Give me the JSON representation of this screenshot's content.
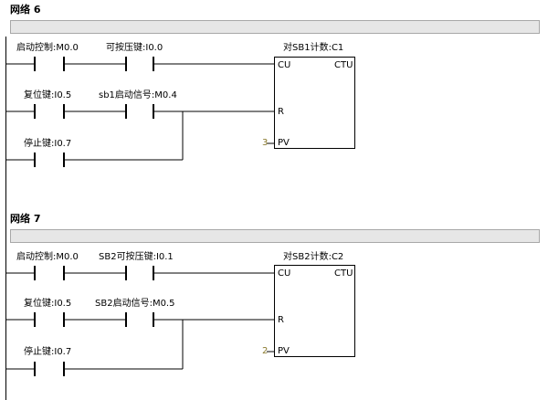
{
  "networks": [
    {
      "title": "网络 6",
      "contacts": [
        {
          "label": "启动控制:M0.0"
        },
        {
          "label": "可按压键:I0.0"
        },
        {
          "label": "复位键:I0.5"
        },
        {
          "label": "sb1启动信号:M0.4"
        },
        {
          "label": "停止键:I0.7"
        }
      ],
      "counter": {
        "title": "对SB1计数:C1",
        "type": "CTU",
        "cu": "CU",
        "r": "R",
        "pv_pin": "PV",
        "pv_value": "3"
      }
    },
    {
      "title": "网络 7",
      "contacts": [
        {
          "label": "启动控制:M0.0"
        },
        {
          "label": "SB2可按压键:I0.1"
        },
        {
          "label": "复位键:I0.5"
        },
        {
          "label": "SB2启动信号:M0.5"
        },
        {
          "label": "停止键:I0.7"
        }
      ],
      "counter": {
        "title": "对SB2计数:C2",
        "type": "CTU",
        "cu": "CU",
        "r": "R",
        "pv_pin": "PV",
        "pv_value": "2"
      }
    }
  ],
  "colors": {
    "wire": "#000000",
    "comment_bar": "#e6e6e6",
    "pv_value": "#8a7a2e"
  }
}
